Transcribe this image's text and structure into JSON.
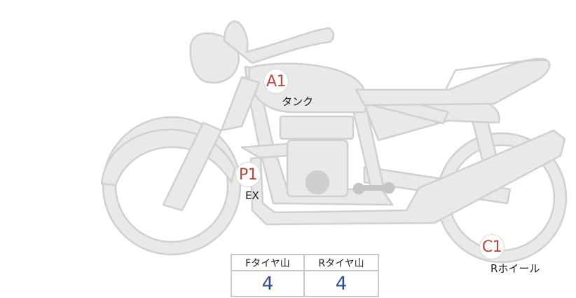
{
  "colors": {
    "accent_red": "#b5473f",
    "value_blue": "#2d4f8f",
    "body_fill": "#e9e9e9",
    "body_stroke": "#d0d0d0"
  },
  "markers": [
    {
      "code": "A1",
      "label": "タンク"
    },
    {
      "code": "P1",
      "label": "EX"
    },
    {
      "code": "C1",
      "label": "Rホイール"
    }
  ],
  "tread_table": {
    "headers": [
      "Fタイヤ山",
      "Rタイヤ山"
    ],
    "values": [
      "4",
      "4"
    ]
  }
}
